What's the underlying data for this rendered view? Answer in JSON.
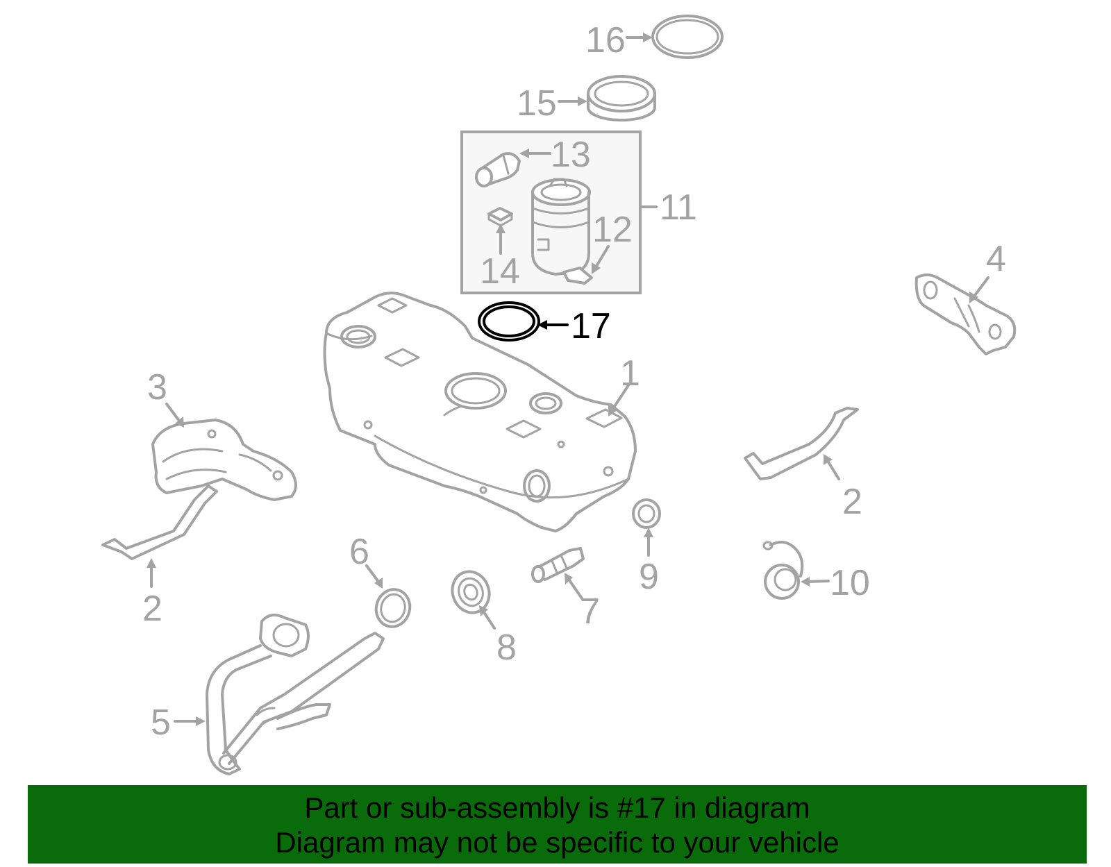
{
  "diagram": {
    "callouts": {
      "c1": "1",
      "c2a": "2",
      "c2b": "2",
      "c3": "3",
      "c4": "4",
      "c5": "5",
      "c6": "6",
      "c7": "7",
      "c8": "8",
      "c9": "9",
      "c10": "10",
      "c11": "11",
      "c12": "12",
      "c13": "13",
      "c14": "14",
      "c15": "15",
      "c16": "16",
      "c17": "17"
    },
    "highlighted_part": "17",
    "colors": {
      "part_stroke": "#a3a3a3",
      "highlight": "#000000",
      "banner_background": "#0a6b0a"
    }
  },
  "banner": {
    "line1": "Part or sub-assembly is #17 in diagram",
    "line2": "Diagram may not be specific to your vehicle"
  }
}
